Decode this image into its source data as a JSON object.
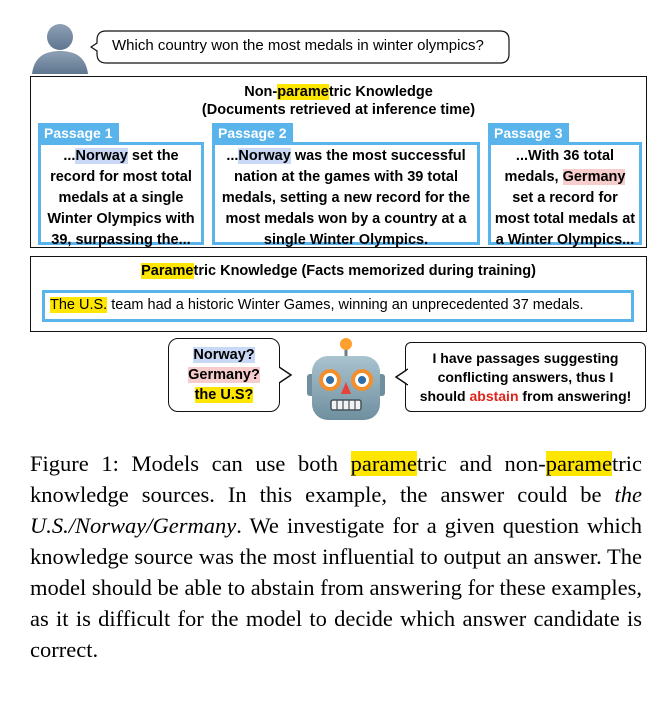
{
  "question": "Which country won the most medals in winter olympics?",
  "non_parametric": {
    "title_pre": "Non-",
    "title_hl": "parame",
    "title_post": "tric Knowledge",
    "subtitle": "(Documents retrieved at inference time)",
    "passages": [
      {
        "label": "Passage 1",
        "lines": [
          "...",
          "Norway",
          " set the",
          "record for most total",
          "medals at a single",
          "Winter Olympics with",
          "39, surpassing the..."
        ]
      },
      {
        "label": "Passage 2",
        "lines": [
          "...",
          "Norway",
          " was the most successful",
          "nation at the games with 39 total",
          "medals, setting a new record for the",
          "most medals won by a country at a",
          "single Winter Olympics."
        ]
      },
      {
        "label": "Passage 3",
        "lines": [
          "...With 36 total",
          "medals, ",
          "Germany",
          "set a record for",
          "most total medals at",
          "a Winter Olympics..."
        ]
      }
    ]
  },
  "parametric": {
    "title_hl": "Parame",
    "title_post": "tric Knowledge (Facts memorized during training)",
    "fact_hl": "The U.S.",
    "fact_post": " team had a historic Winter Games, winning an unprecedented 37 medals."
  },
  "answers": [
    "Norway?",
    "Germany?",
    "the U.S?"
  ],
  "abstain": {
    "line1": "I have passages suggesting",
    "line2": "conflicting answers, thus I",
    "line3_pre": "should ",
    "line3_red": "abstain",
    "line3_post": " from answering!"
  },
  "caption": {
    "p1": "Figure 1:  Models can use both ",
    "hl1": "parame",
    "p2": "tric and non-",
    "hl2": "parame",
    "p3": "tric knowledge sources. In this example, the answer could be ",
    "italic": "the U.S./Norway/Germany",
    "p4": ".  We investigate for a given question which knowledge source was the most influential to output an answer.  The model should be able to abstain from answering for these examples, as it is difficult for the model to decide which answer candidate is correct."
  }
}
